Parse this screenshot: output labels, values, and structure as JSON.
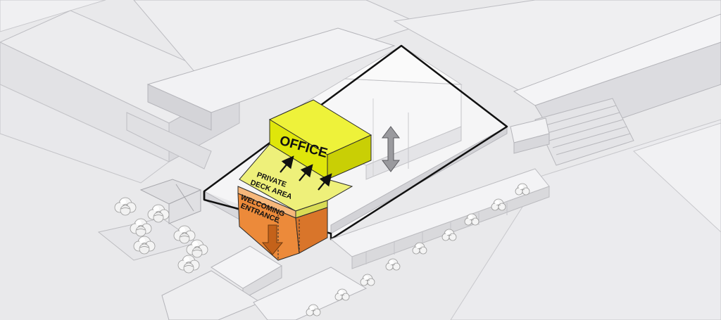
{
  "diagram": {
    "labels": {
      "office": "OFFICE",
      "private_deck_line1": "PRIVATE",
      "private_deck_line2": "DECK AREA",
      "welcoming_line1": "WELCOMING",
      "welcoming_line2": "ENTRANCE"
    },
    "colors": {
      "background": "#e9e9eb",
      "building_light": "#f4f4f5",
      "building_mid": "#dcdcdf",
      "building_dark": "#c6c6ca",
      "office_top": "#eef23a",
      "office_front": "#dfe60a",
      "office_side": "#c9cf05",
      "deck": "#eef07a",
      "deck_side": "#d9dc55",
      "entrance_top": "#f6b77b",
      "entrance_front": "#ec8a3a",
      "entrance_side": "#d9752a",
      "site_outline": "#111111",
      "tree": "#f2f2f2"
    },
    "icons": [
      "up-arrow-icon",
      "double-arrow-icon",
      "down-arrow-icon",
      "tree-icon"
    ]
  }
}
